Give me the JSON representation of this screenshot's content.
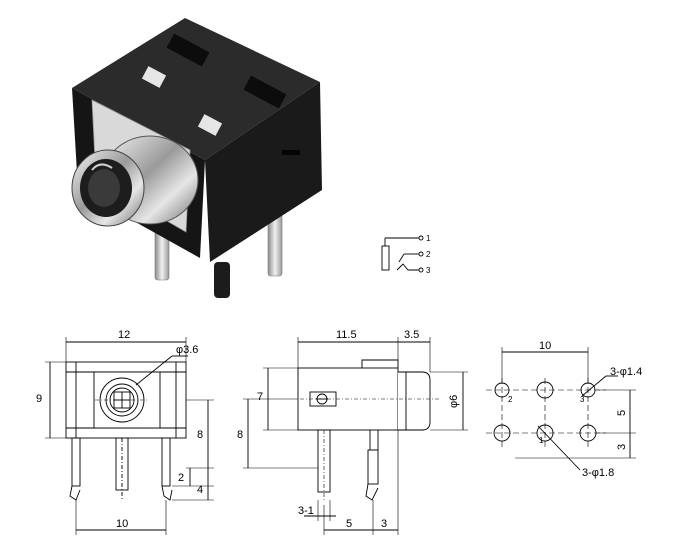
{
  "schematic": {
    "pins": [
      "1",
      "2",
      "3"
    ]
  },
  "front_view": {
    "width": "12",
    "hole": "φ3.6",
    "height": "9",
    "body_height": "8",
    "pin_a": "2",
    "pin_b": "4",
    "pin_span": "10"
  },
  "side_view": {
    "body_length": "11.5",
    "nose_length": "3.5",
    "nose_dia": "φ6",
    "upper_height": "7",
    "total_height": "8",
    "pin_width": "3-1",
    "pin_pitch": "5",
    "pin_offset": "3"
  },
  "pcb_layout": {
    "span": "10",
    "small_holes": "3-φ1.4",
    "large_holes": "3-φ1.8",
    "row_gap": "5",
    "edge_gap": "3",
    "hole_labels": [
      "1",
      "2",
      "3"
    ]
  }
}
